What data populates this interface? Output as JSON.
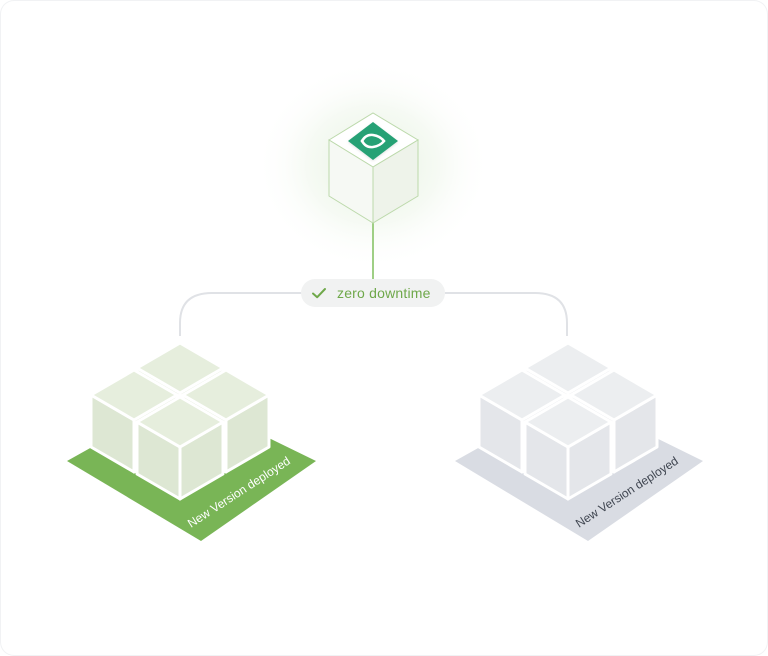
{
  "diagram": {
    "badge": {
      "label": "zero downtime",
      "icon": "check-icon"
    },
    "top_node": {
      "icon": "refresh-icon"
    },
    "left_cluster": {
      "label": "New Version deployed",
      "state": "active"
    },
    "right_cluster": {
      "label": "New Version deployed",
      "state": "inactive"
    }
  },
  "colors": {
    "accent": "#79b556",
    "badge_text": "#6fa84a",
    "badge_bg": "#f1f2f2",
    "left_platform": "#79b556",
    "right_platform": "#d9dce3",
    "left_cube_top": "#e6eedd",
    "left_cube_side": "#dde7d3",
    "right_cube_top": "#eceef0",
    "right_cube_side": "#e4e6ea",
    "icon_bg": "#26a175",
    "connector": "#e0e2e6"
  }
}
